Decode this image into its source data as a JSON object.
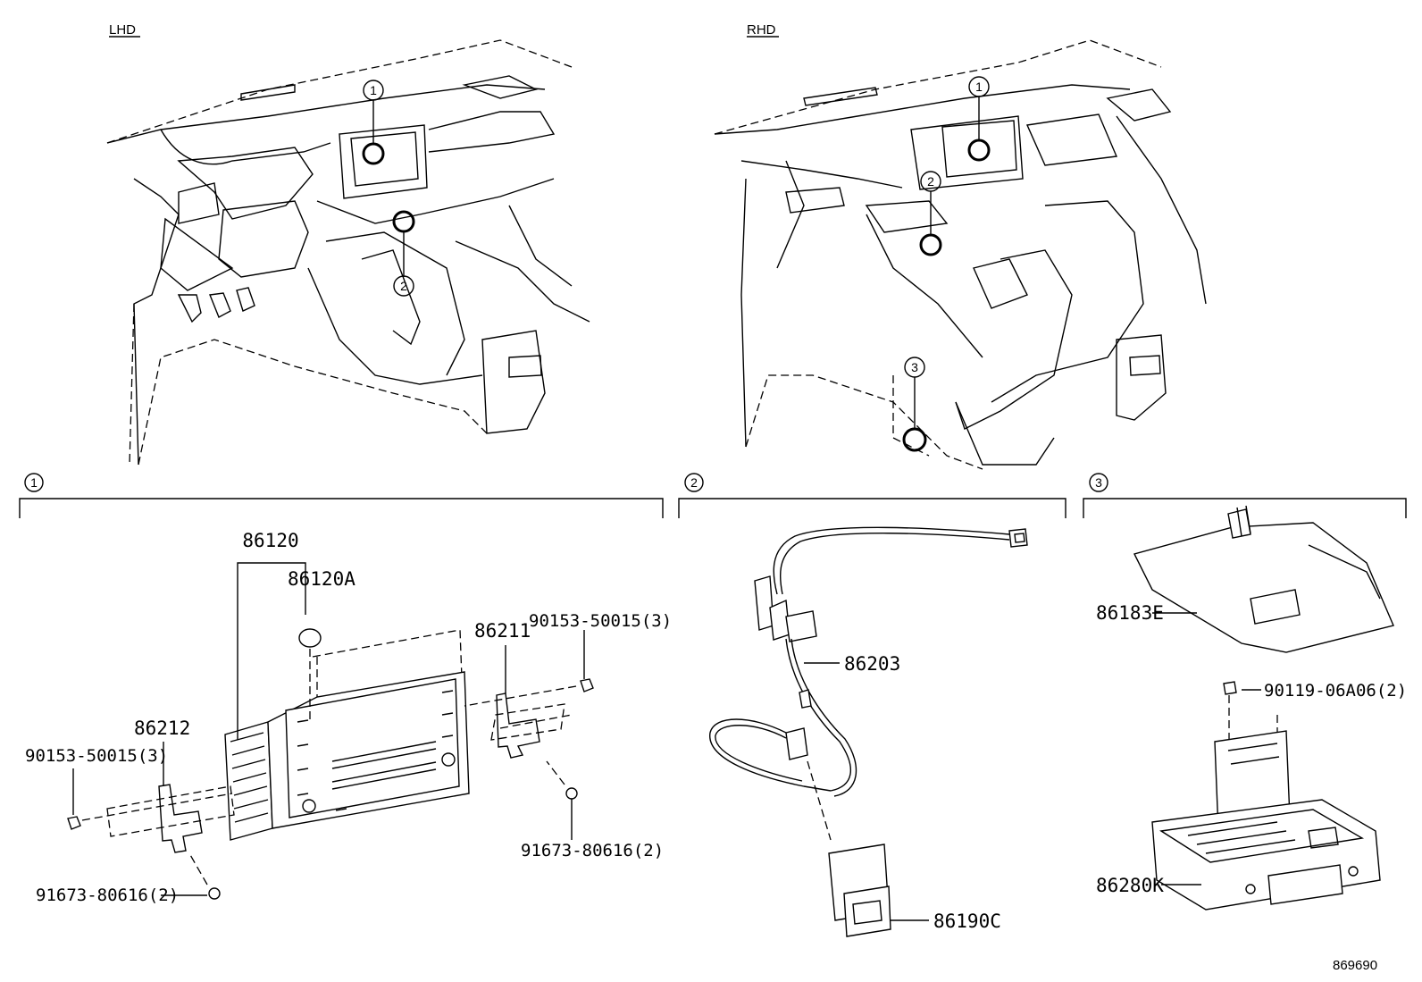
{
  "headers": {
    "lhd": "LHD",
    "rhd": "RHD"
  },
  "locators": {
    "lhd_1": "1",
    "lhd_2": "2",
    "rhd_1": "1",
    "rhd_2": "2",
    "rhd_3": "3"
  },
  "sections": {
    "s1": "1",
    "s2": "2",
    "s3": "3"
  },
  "parts": {
    "p86120": "86120",
    "p86120A": "86120A",
    "p86211": "86211",
    "p86212": "86212",
    "screw_right_top": "90153-50015(3)",
    "screw_left": "90153-50015(3)",
    "bolt_right": "91673-80616(2)",
    "bolt_left": "91673-80616(2)",
    "p86203": "86203",
    "p86190C": "86190C",
    "p86183E": "86183E",
    "bolt_s3": "90119-06A06(2)",
    "p86280K": "86280K"
  },
  "ref_number": "869690"
}
